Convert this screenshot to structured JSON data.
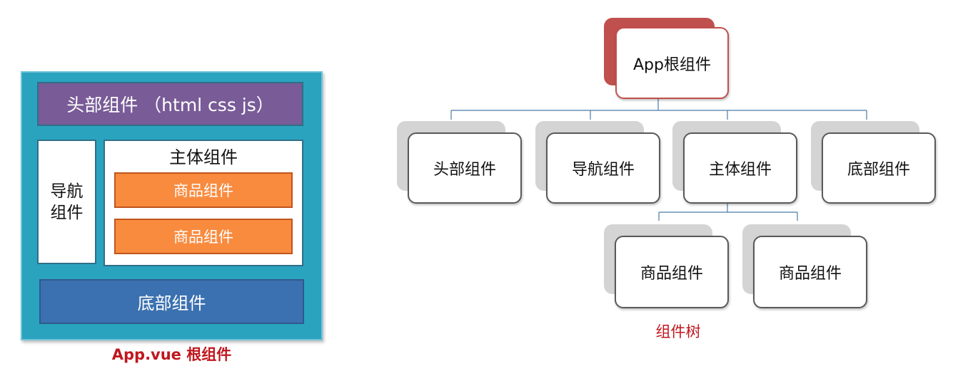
{
  "layout_diagram": {
    "header": "头部组件 （html css js）",
    "nav": "导航组件",
    "main": "主体组件",
    "goods": [
      "商品组件",
      "商品组件"
    ],
    "footer": "底部组件",
    "caption": "App.vue 根组件"
  },
  "tree": {
    "root": "App根组件",
    "children": [
      "头部组件",
      "导航组件",
      "主体组件",
      "底部组件"
    ],
    "grandchildren": [
      "商品组件",
      "商品组件"
    ],
    "caption": "组件树"
  },
  "colors": {
    "frame": "#2aa3bf",
    "header": "#785b97",
    "goods": "#f98b3f",
    "footer": "#3b71b0",
    "root_accent": "#c0504d",
    "caption": "#c0171f"
  }
}
